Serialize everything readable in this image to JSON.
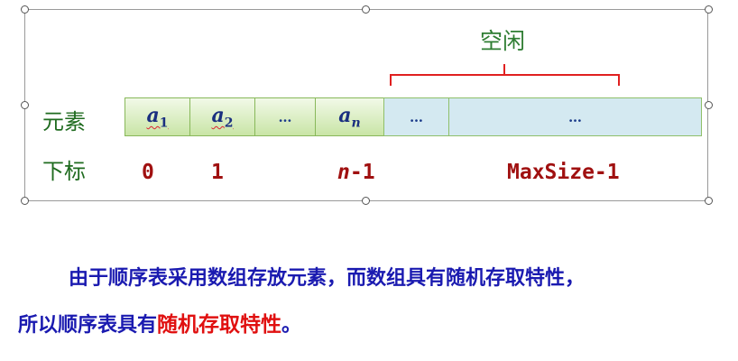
{
  "diagram": {
    "free_label": "空闲",
    "row_element_label": "元素",
    "row_index_label": "下标",
    "cells": [
      {
        "main": "a",
        "sub": "1"
      },
      {
        "main": "a",
        "sub": "2"
      },
      {
        "main": "…",
        "sub": ""
      },
      {
        "main": "a",
        "sub": "n"
      },
      {
        "main": "…",
        "sub": ""
      },
      {
        "main": "…",
        "sub": ""
      }
    ],
    "indices": {
      "i0": "0",
      "i1": "1",
      "in_var": "n",
      "in_rest": "-1",
      "imax": "MaxSize-1"
    }
  },
  "text": {
    "line1": "由于顺序表采用数组存放元素，而数组具有随机存取特性，",
    "line2_prefix": "所以顺序表具有",
    "line2_highlight": "随机存取特性",
    "line2_suffix": "。"
  }
}
